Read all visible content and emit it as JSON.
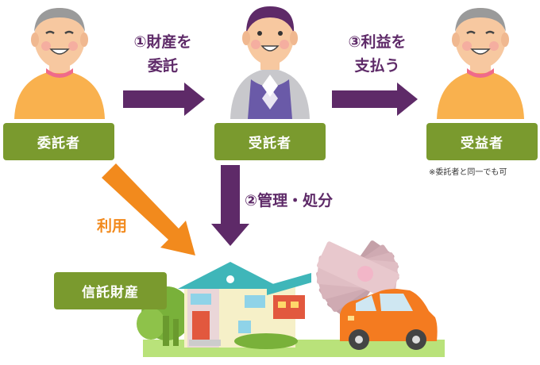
{
  "nodes": {
    "settlor": "委託者",
    "trustee": "受託者",
    "beneficiary": "受益者",
    "trust_property": "信託財産"
  },
  "flows": {
    "step1_line1": "①財産を",
    "step1_line2": "委託",
    "step2": "②管理・処分",
    "step3_line1": "③利益を",
    "step3_line2": "支払う",
    "use": "利用"
  },
  "beneficiary_note": "※委託者と同一でも可",
  "colors": {
    "node_box": "#7a9a2e",
    "flow_arrow": "#5e2a68",
    "use_arrow": "#f28a1d",
    "skin": "#f7c8a0",
    "sweater_orange": "#f9b14e",
    "vest_purple": "#6a5aa8"
  }
}
